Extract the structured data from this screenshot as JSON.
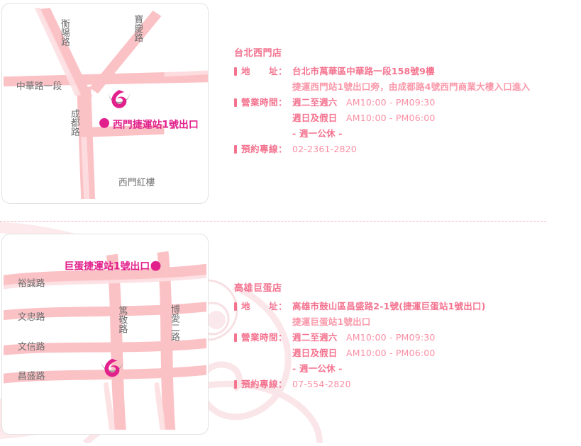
{
  "page": {
    "accent": "#f4738f",
    "value_color": "#fa8fa4",
    "road_color": "#fbc2c6",
    "logo_magenta": "#e2208c",
    "logo_grey": "#9a9a9a",
    "map_label_grey": "#6e6e6e",
    "divider_color": "#f3b9c4"
  },
  "stores": [
    {
      "title": "台北西門店",
      "address_label": "地　　址：",
      "address_label_chars": {
        "first": "地",
        "second": "址",
        "colon": "："
      },
      "address": "台北市萬華區中華路一段158號9樓",
      "address_note": "捷運西門站1號出口旁，由成都路4號西門商業大樓入口進入",
      "hours_label": "營業時間：",
      "hours": [
        {
          "days": "週二至週六",
          "time": "AM10:00 - PM09:30"
        },
        {
          "days": "週日及假日",
          "time": "AM10:00 - PM06:00"
        }
      ],
      "closed_note": "- 週一公休 -",
      "phone_label": "預約專線：",
      "phone": "02-2361-2820",
      "map": {
        "station_label": "西門捷運站1號出口",
        "marker_side": "left",
        "roads": [
          {
            "name": "衡陽路"
          },
          {
            "name": "寶慶路"
          },
          {
            "name": "中華路一段"
          },
          {
            "name": "成都路"
          }
        ],
        "landmarks": [
          {
            "name": "西門紅樓"
          }
        ]
      }
    },
    {
      "title": "高雄巨蛋店",
      "address_label": "地　　址：",
      "address_label_chars": {
        "first": "地",
        "second": "址",
        "colon": "："
      },
      "address": "高雄市鼓山區昌盛路2-1號(捷運巨蛋站1號出口)",
      "address_note": "捷運巨蛋站1號出口",
      "hours_label": "營業時間：",
      "hours": [
        {
          "days": "週二至週六",
          "time": "AM10:00 - PM09:30"
        },
        {
          "days": "週日及假日",
          "time": "AM10:00 - PM06:00"
        }
      ],
      "closed_note": "- 週一公休 -",
      "phone_label": "預約專線：",
      "phone": "07-554-2820",
      "map": {
        "station_label": "巨蛋捷運站1號出口",
        "marker_side": "right",
        "roads": [
          {
            "name": "裕誠路"
          },
          {
            "name": "文忠路"
          },
          {
            "name": "文信路"
          },
          {
            "name": "昌盛路"
          },
          {
            "name": "篤敬路"
          },
          {
            "name": "博愛二路"
          }
        ],
        "landmarks": []
      }
    }
  ]
}
